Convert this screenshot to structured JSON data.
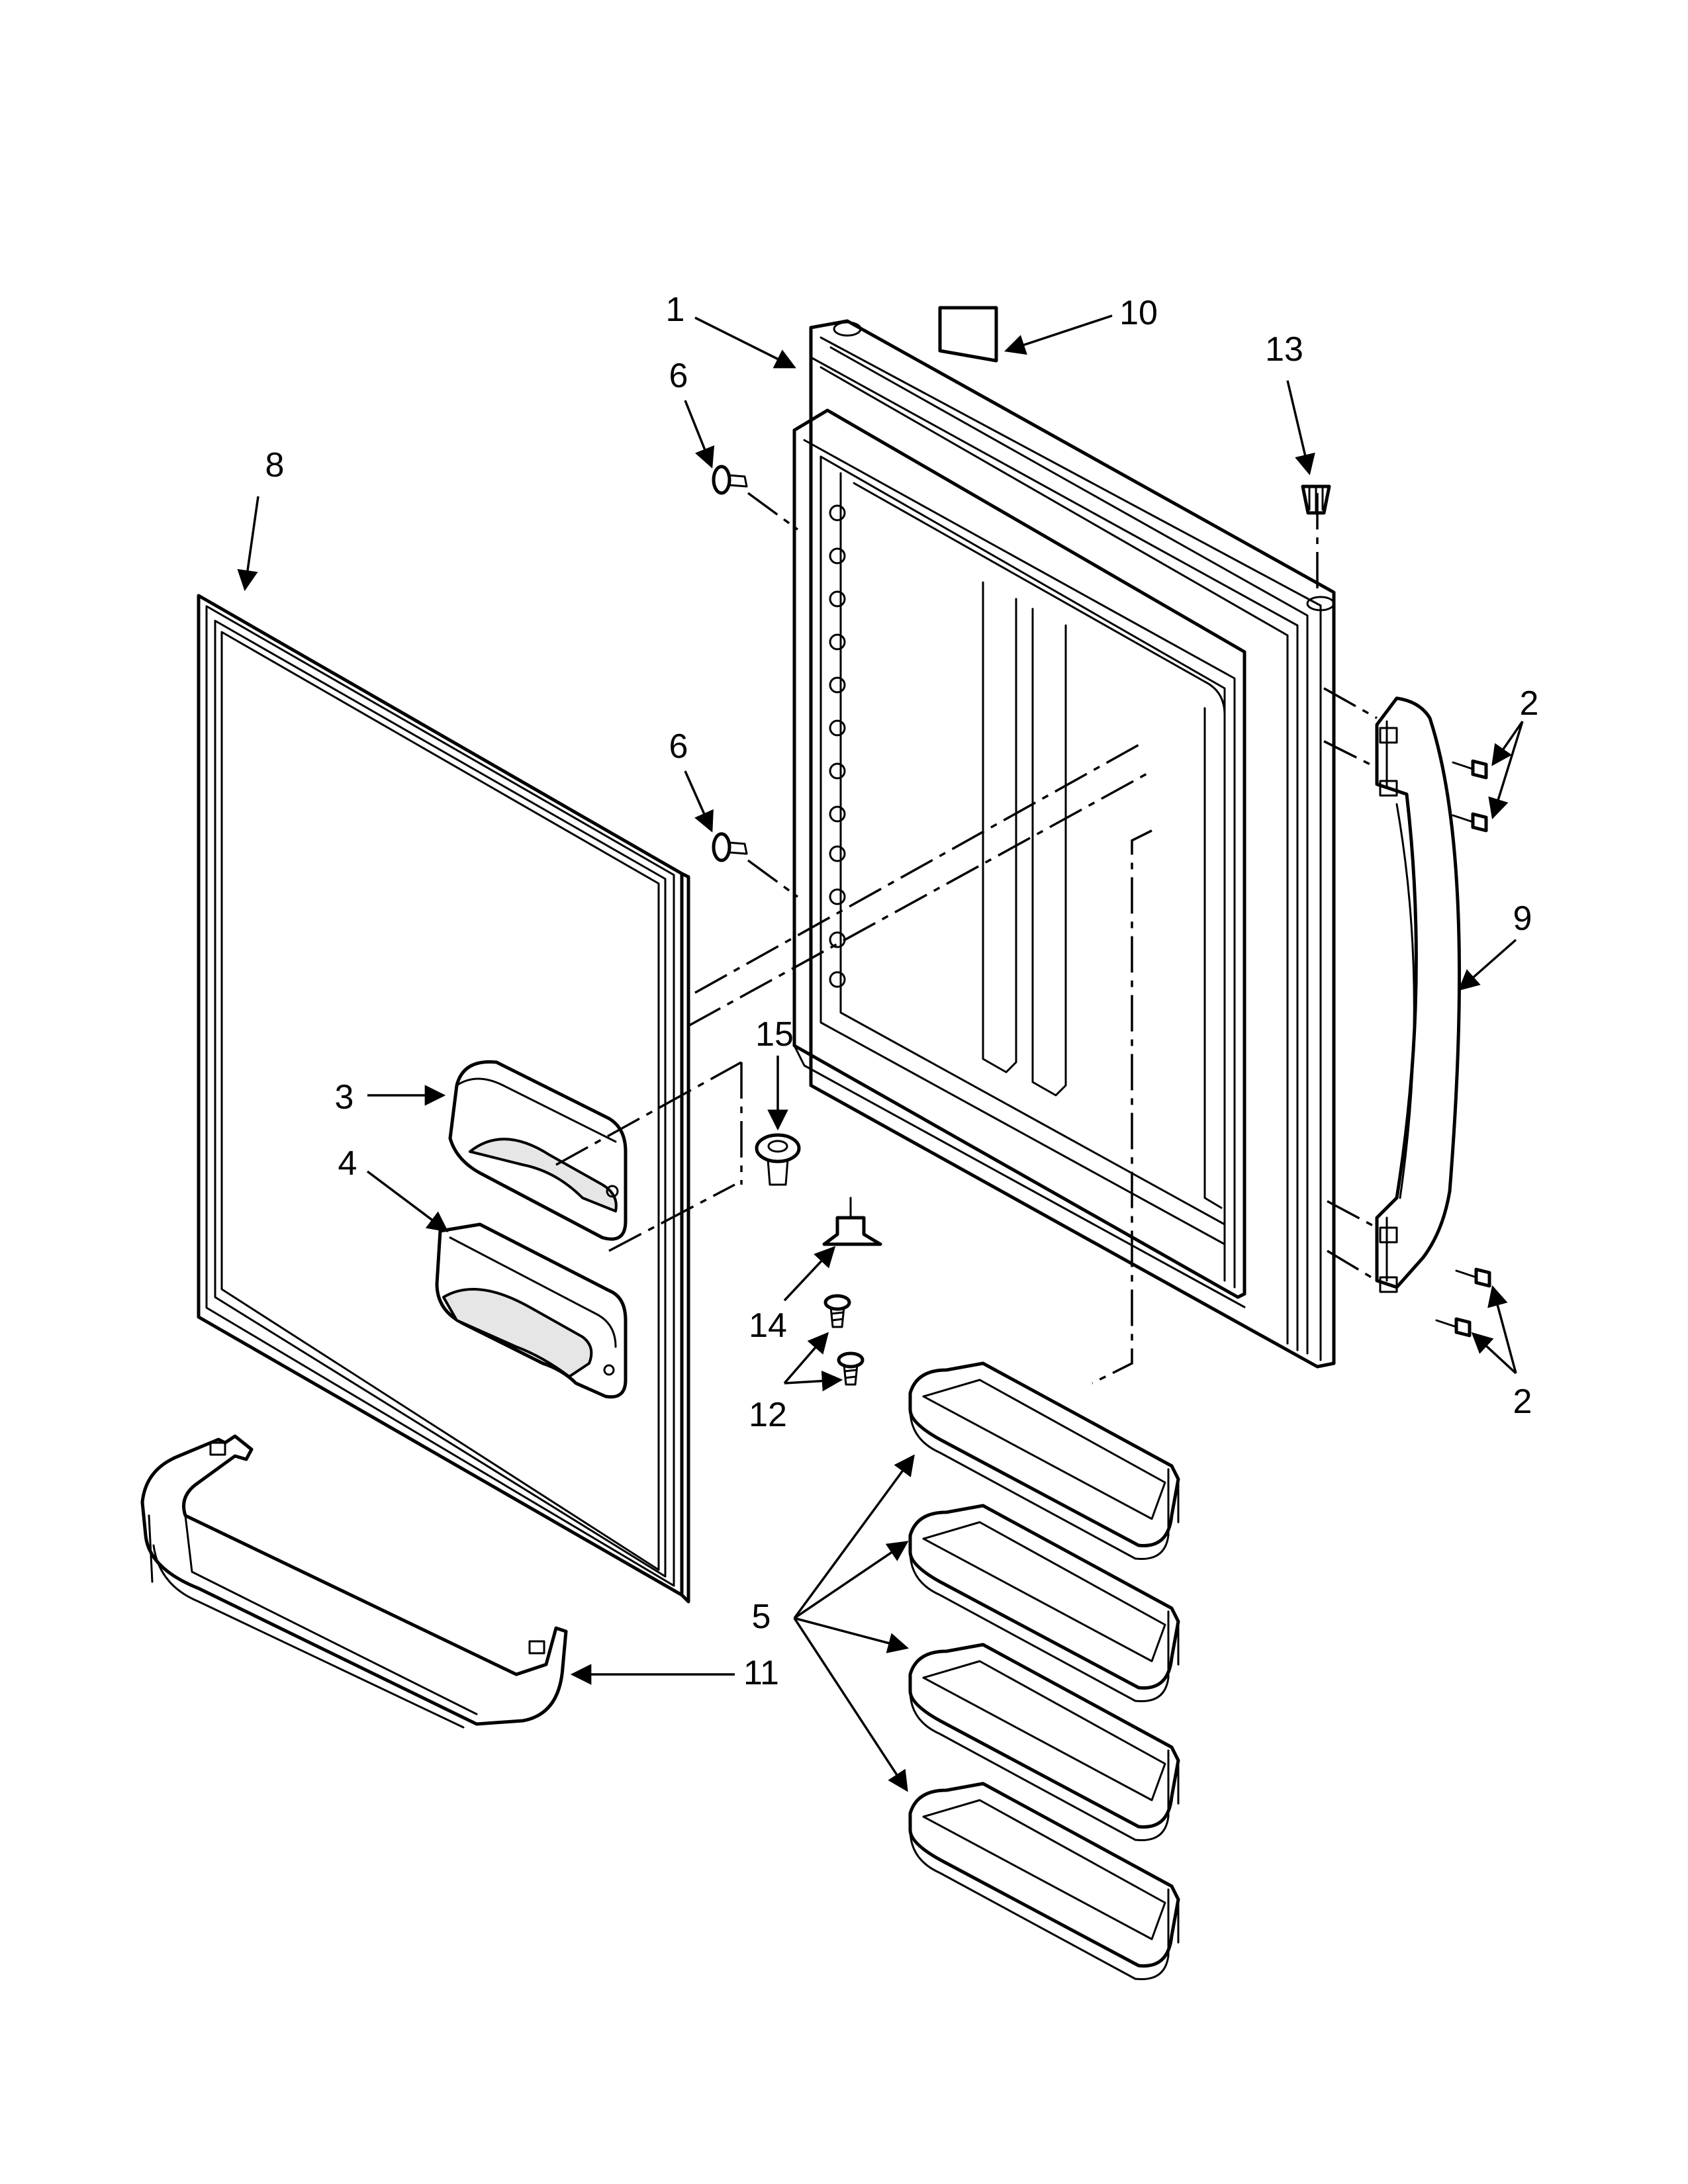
{
  "diagram": {
    "callouts": {
      "c1": "1",
      "c2a": "2",
      "c2b": "2",
      "c3": "3",
      "c4": "4",
      "c5": "5",
      "c6a": "6",
      "c6b": "6",
      "c8": "8",
      "c9": "9",
      "c10": "10",
      "c11": "11",
      "c12": "12",
      "c13": "13",
      "c14": "14",
      "c15": "15"
    }
  }
}
